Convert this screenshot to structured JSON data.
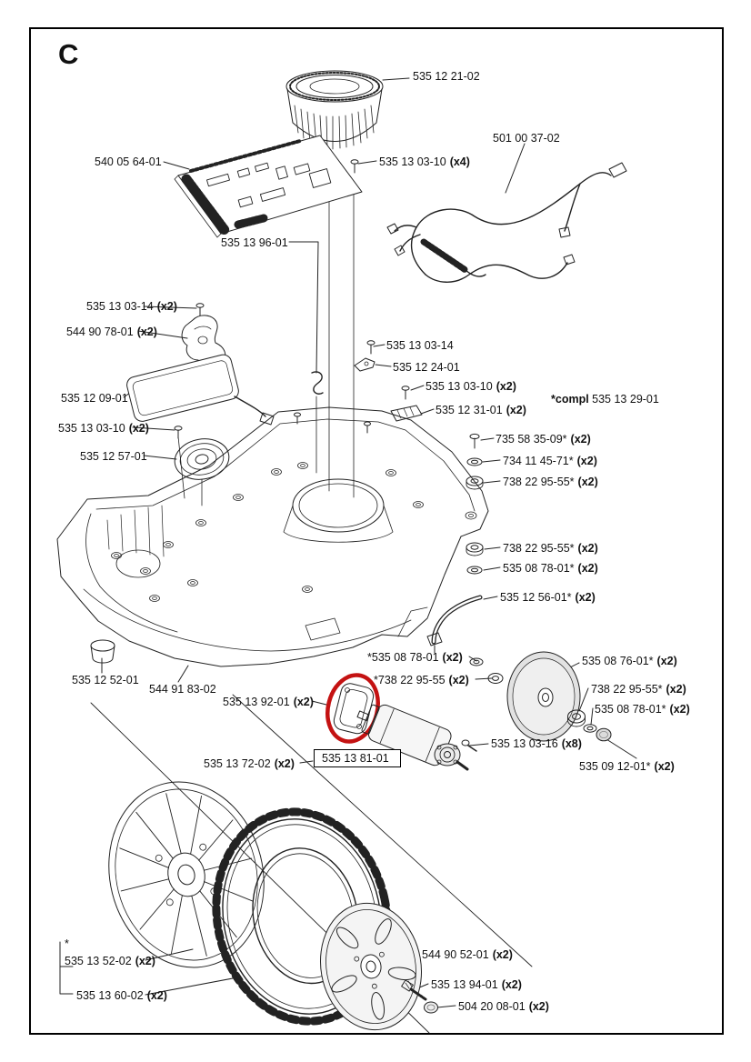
{
  "page": {
    "section_letter": "C"
  },
  "colors": {
    "highlight": "#c41212",
    "line": "#1a1a1a"
  },
  "labels": [
    {
      "pre": "",
      "part": "535 12 21-02",
      "qty": ""
    },
    {
      "pre": "",
      "part": "540 05 64-01",
      "qty": ""
    },
    {
      "pre": "",
      "part": "535 13 03-10",
      "qty": "(x4)"
    },
    {
      "pre": "",
      "part": "501 00 37-02",
      "qty": ""
    },
    {
      "pre": "",
      "part": "535 13 96-01",
      "qty": ""
    },
    {
      "pre": "",
      "part": "535 13 03-14",
      "qty": "(x2)"
    },
    {
      "pre": "",
      "part": "544 90 78-01",
      "qty": "(x2)"
    },
    {
      "pre": "",
      "part": "535 12 09-01",
      "qty": ""
    },
    {
      "pre": "",
      "part": "535 13 03-10",
      "qty": "(x2)"
    },
    {
      "pre": "",
      "part": "535 12 57-01",
      "qty": ""
    },
    {
      "pre": "",
      "part": "535 13 03-14",
      "qty": ""
    },
    {
      "pre": "",
      "part": "535 12 24-01",
      "qty": ""
    },
    {
      "pre": "",
      "part": "535 13 03-10",
      "qty": "(x2)"
    },
    {
      "pre": "",
      "part": "535 12 31-01",
      "qty": "(x2)"
    },
    {
      "pre": "*compl ",
      "part": "535 13 29-01",
      "qty": ""
    },
    {
      "pre": "",
      "part": "735 58 35-09*",
      "qty": "(x2)"
    },
    {
      "pre": "",
      "part": "734 11 45-71*",
      "qty": "(x2)"
    },
    {
      "pre": "",
      "part": "738 22 95-55*",
      "qty": "(x2)"
    },
    {
      "pre": "",
      "part": "738 22 95-55*",
      "qty": "(x2)"
    },
    {
      "pre": "",
      "part": "535 08 78-01*",
      "qty": "(x2)"
    },
    {
      "pre": "",
      "part": "535 12 56-01*",
      "qty": "(x2)"
    },
    {
      "pre": "",
      "part": "*535 08 78-01",
      "qty": "(x2)"
    },
    {
      "pre": "",
      "part": "*738 22 95-55",
      "qty": "(x2)"
    },
    {
      "pre": "",
      "part": "535 08 76-01*",
      "qty": "(x2)"
    },
    {
      "pre": "",
      "part": "738 22 95-55*",
      "qty": "(x2)"
    },
    {
      "pre": "",
      "part": "535 08 78-01*",
      "qty": "(x2)"
    },
    {
      "pre": "",
      "part": "535 12 52-01",
      "qty": ""
    },
    {
      "pre": "",
      "part": "544 91 83-02",
      "qty": ""
    },
    {
      "pre": "",
      "part": "535 13 92-01",
      "qty": "(x2)"
    },
    {
      "pre": "",
      "part": "535 13 72-02",
      "qty": "(x2)"
    },
    {
      "pre": "",
      "part": "535 13 81-01",
      "qty": ""
    },
    {
      "pre": "",
      "part": "535 13 03-16",
      "qty": "(x8)"
    },
    {
      "pre": "",
      "part": "535 09 12-01*",
      "qty": "(x2)"
    },
    {
      "pre": "",
      "part": "544 90 52-01",
      "qty": "(x2)"
    },
    {
      "pre": "",
      "part": "535 13 52-02",
      "qty": "(x2)"
    },
    {
      "pre": "",
      "part": "535 13 94-01",
      "qty": "(x2)"
    },
    {
      "pre": "",
      "part": "535 13 60-02",
      "qty": "(x2)"
    },
    {
      "pre": "",
      "part": "504 20 08-01",
      "qty": "(x2)"
    },
    {
      "pre": "",
      "part": "*",
      "qty": ""
    }
  ]
}
